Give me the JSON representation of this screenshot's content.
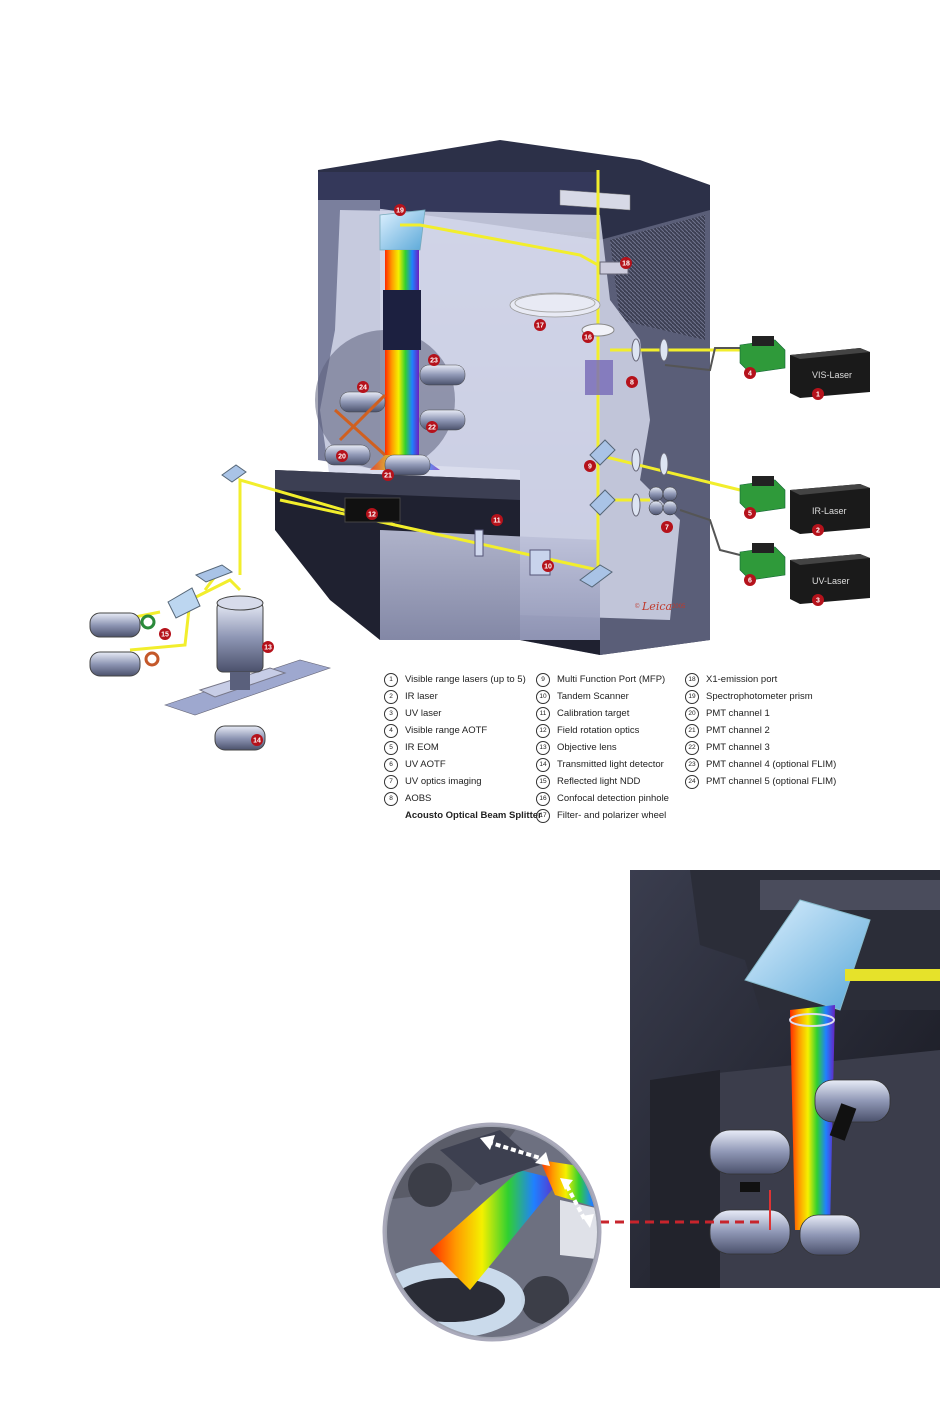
{
  "lasers": [
    {
      "label": "VIS-Laser",
      "num": "1"
    },
    {
      "label": "IR-Laser",
      "num": "2"
    },
    {
      "label": "UV-Laser",
      "num": "3"
    }
  ],
  "brand": {
    "name": "Leica",
    "year": "2005",
    "prefix": "©"
  },
  "callouts": [
    "4",
    "5",
    "6",
    "7",
    "8",
    "9",
    "10",
    "11",
    "12",
    "13",
    "14",
    "15",
    "16",
    "17",
    "18",
    "19",
    "20",
    "21",
    "22",
    "23",
    "24"
  ],
  "legend": {
    "col1": [
      {
        "num": "1",
        "text": "Visible range lasers (up to 5)"
      },
      {
        "num": "2",
        "text": "IR laser"
      },
      {
        "num": "3",
        "text": "UV laser"
      },
      {
        "num": "4",
        "text": "Visible range AOTF"
      },
      {
        "num": "5",
        "text": "IR EOM"
      },
      {
        "num": "6",
        "text": "UV AOTF"
      },
      {
        "num": "7",
        "text": "UV optics imaging"
      },
      {
        "num": "8",
        "text": "AOBS"
      }
    ],
    "col1_sub": "Acousto Optical Beam Splitter",
    "col2": [
      {
        "num": "9",
        "text": "Multi Function Port (MFP)"
      },
      {
        "num": "10",
        "text": "Tandem Scanner"
      },
      {
        "num": "11",
        "text": "Calibration target"
      },
      {
        "num": "12",
        "text": "Field rotation optics"
      },
      {
        "num": "13",
        "text": "Objective lens"
      },
      {
        "num": "14",
        "text": "Transmitted light detector"
      },
      {
        "num": "15",
        "text": "Reflected light NDD"
      },
      {
        "num": "16",
        "text": "Confocal detection pinhole"
      },
      {
        "num": "17",
        "text": "Filter- and polarizer wheel"
      }
    ],
    "col3": [
      {
        "num": "18",
        "text": "X1-emission port"
      },
      {
        "num": "19",
        "text": "Spectrophotometer prism"
      },
      {
        "num": "20",
        "text": "PMT channel 1"
      },
      {
        "num": "21",
        "text": "PMT channel 2"
      },
      {
        "num": "22",
        "text": "PMT channel 3"
      },
      {
        "num": "23",
        "text": "PMT channel 4 (optional FLIM)"
      },
      {
        "num": "24",
        "text": "PMT channel 5 (optional FLIM)"
      }
    ]
  },
  "colors": {
    "beam": "#f2ee2c",
    "housing_dark": "#2a2e45",
    "housing_light": "#c8cbe0",
    "callout": "#b5121b",
    "laser_box": "#1a1a1a"
  }
}
